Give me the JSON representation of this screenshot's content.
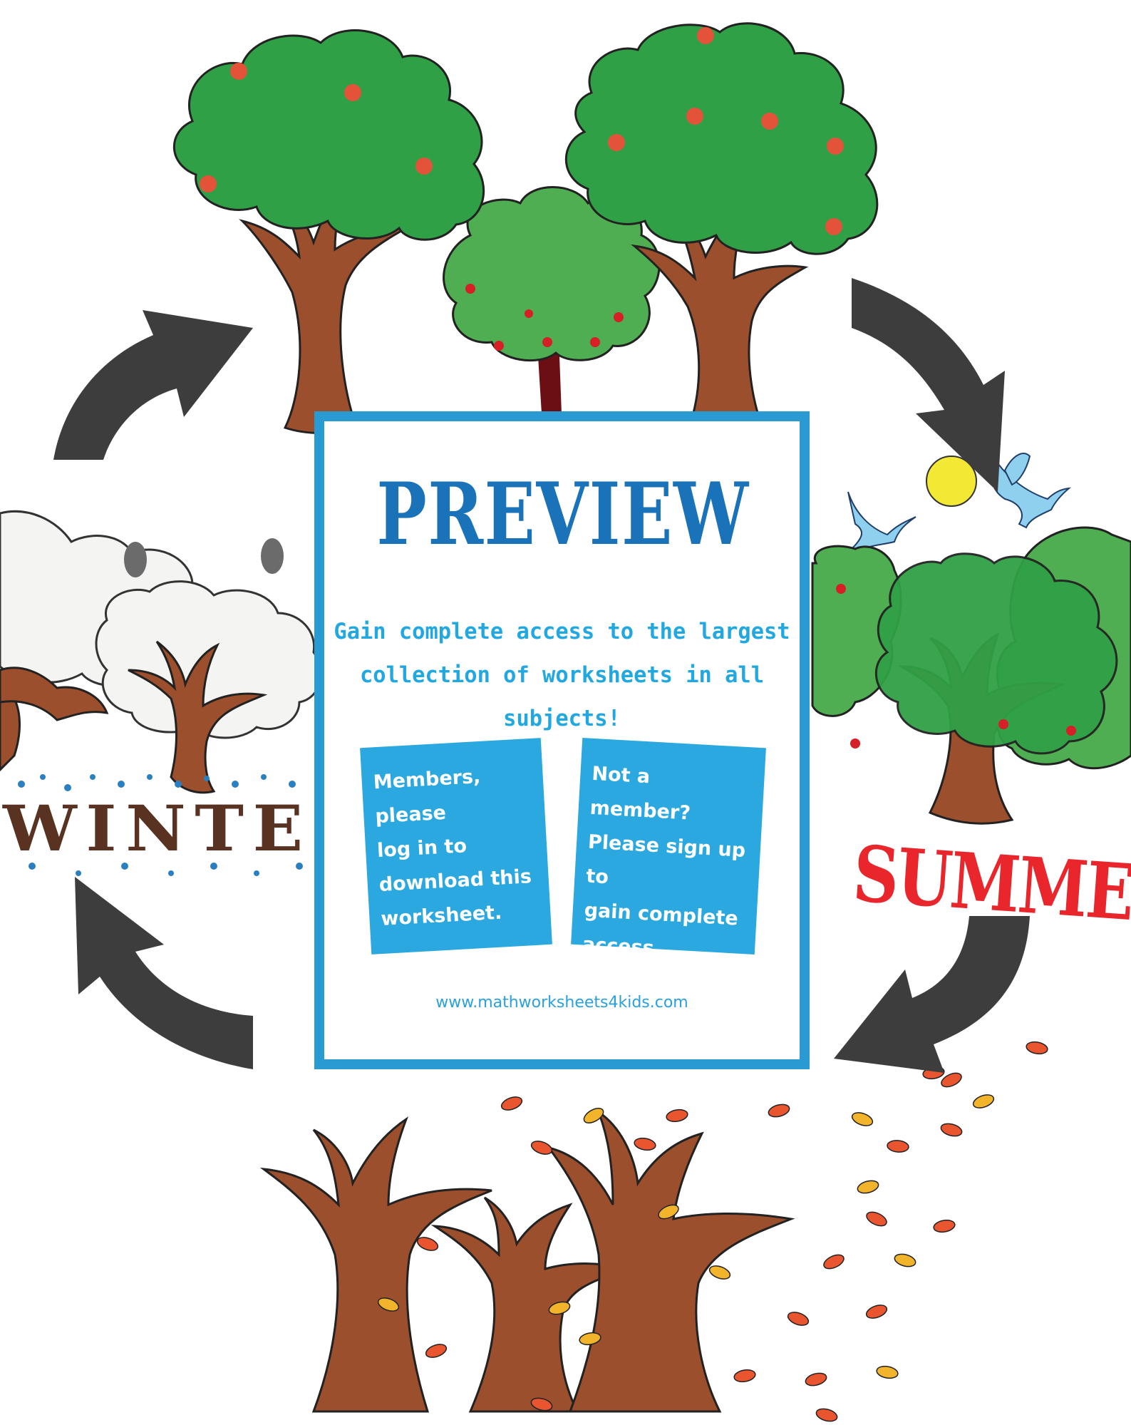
{
  "preview": {
    "title": "PREVIEW",
    "pitch_line1": "Gain complete access to the largest",
    "pitch_line2": "collection of worksheets in all subjects!",
    "members_card": [
      "Members, please",
      "log in to",
      "download this",
      "worksheet."
    ],
    "join_card": [
      "Not a member?",
      "Please sign up to",
      "gain complete",
      "access."
    ],
    "url": "www.mathworksheets4kids.com"
  },
  "seasons": {
    "summer_label": "SUMMER",
    "winter_label": "WINTE"
  },
  "colors": {
    "arrow": "#3d3d3d",
    "leaf_green": "#3aa84a",
    "trunk_brown": "#a0522d",
    "frame_blue": "#2a9ad3",
    "title_blue": "#1a72b8",
    "summer_red": "#e8262b",
    "sun_yellow": "#f3e833",
    "bird_blue": "#8fd0ee"
  }
}
